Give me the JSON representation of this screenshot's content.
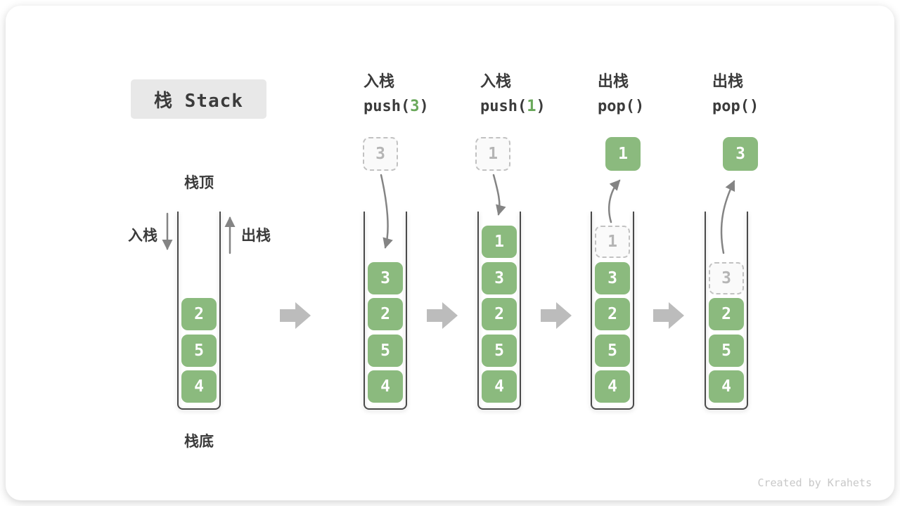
{
  "title": "栈 Stack",
  "side_labels": {
    "stack_top": "栈顶",
    "stack_bottom": "栈底",
    "push": "入栈",
    "pop": "出栈"
  },
  "ops": [
    {
      "cn": "入栈",
      "code_pre": "push(",
      "arg": "3",
      "code_post": ")",
      "floating": {
        "value": "3",
        "variant": "dashed"
      }
    },
    {
      "cn": "入栈",
      "code_pre": "push(",
      "arg": "1",
      "code_post": ")",
      "floating": {
        "value": "1",
        "variant": "dashed"
      }
    },
    {
      "cn": "出栈",
      "code_pre": "pop()",
      "arg": "",
      "code_post": "",
      "floating": {
        "value": "1",
        "variant": "solid"
      }
    },
    {
      "cn": "出栈",
      "code_pre": "pop()",
      "arg": "",
      "code_post": "",
      "floating": {
        "value": "3",
        "variant": "solid"
      }
    }
  ],
  "stacks": [
    {
      "name": "initial",
      "slots": [
        {
          "slot": 2,
          "value": "2",
          "variant": "solid"
        },
        {
          "slot": 3,
          "value": "5",
          "variant": "solid"
        },
        {
          "slot": 4,
          "value": "4",
          "variant": "solid"
        }
      ]
    },
    {
      "name": "after-push-3",
      "slots": [
        {
          "slot": 1,
          "value": "3",
          "variant": "solid"
        },
        {
          "slot": 2,
          "value": "2",
          "variant": "solid"
        },
        {
          "slot": 3,
          "value": "5",
          "variant": "solid"
        },
        {
          "slot": 4,
          "value": "4",
          "variant": "solid"
        }
      ]
    },
    {
      "name": "after-push-1",
      "slots": [
        {
          "slot": 0,
          "value": "1",
          "variant": "solid"
        },
        {
          "slot": 1,
          "value": "3",
          "variant": "solid"
        },
        {
          "slot": 2,
          "value": "2",
          "variant": "solid"
        },
        {
          "slot": 3,
          "value": "5",
          "variant": "solid"
        },
        {
          "slot": 4,
          "value": "4",
          "variant": "solid"
        }
      ]
    },
    {
      "name": "after-pop-1",
      "slots": [
        {
          "slot": 0,
          "value": "1",
          "variant": "dashed"
        },
        {
          "slot": 1,
          "value": "3",
          "variant": "solid"
        },
        {
          "slot": 2,
          "value": "2",
          "variant": "solid"
        },
        {
          "slot": 3,
          "value": "5",
          "variant": "solid"
        },
        {
          "slot": 4,
          "value": "4",
          "variant": "solid"
        }
      ]
    },
    {
      "name": "after-pop-3",
      "slots": [
        {
          "slot": 1,
          "value": "3",
          "variant": "dashed"
        },
        {
          "slot": 2,
          "value": "2",
          "variant": "solid"
        },
        {
          "slot": 3,
          "value": "5",
          "variant": "solid"
        },
        {
          "slot": 4,
          "value": "4",
          "variant": "solid"
        }
      ]
    }
  ],
  "credit": "Created by Krahets",
  "colors": {
    "green": "#8bba7e",
    "green_text": "#69a85a",
    "arrow_gray": "#848484",
    "block_arrow": "#bcbcbc",
    "dashed_border": "#c2c2c2",
    "dashed_text": "#b5b5b5",
    "wall": "#4a4a4a",
    "title_bg": "#e8e8e8",
    "text": "#3b3b3b",
    "credit": "#c8c8c8"
  }
}
